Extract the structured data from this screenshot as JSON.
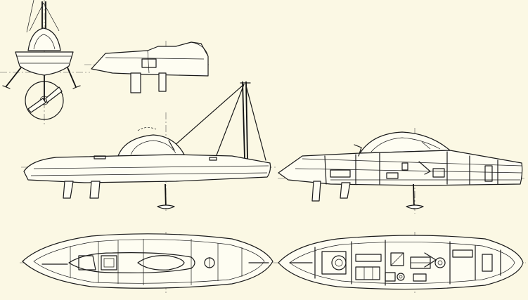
{
  "drawing": {
    "subject": "",
    "views": [
      "front-view",
      "small-hull-profile",
      "side-elevation",
      "inboard-profile",
      "deck-plan",
      "accommodation-plan"
    ]
  }
}
